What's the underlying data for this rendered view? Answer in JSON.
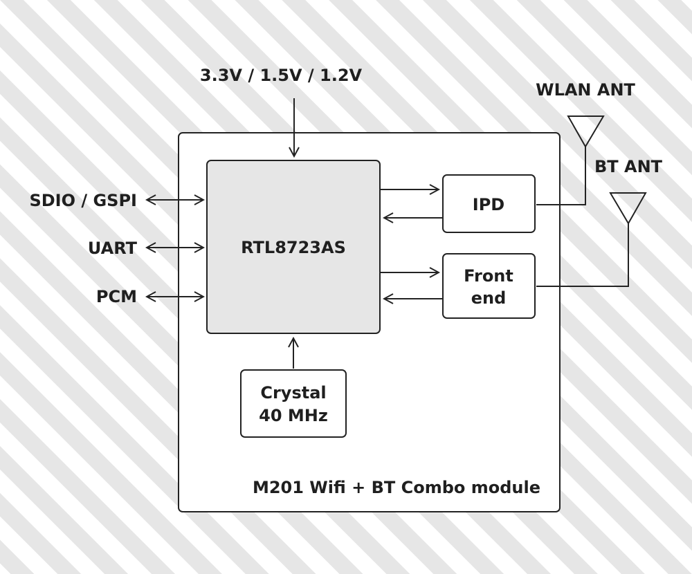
{
  "colors": {
    "background": "#ffffff",
    "stripe": "#e6e6e6",
    "line": "#222222",
    "chip_fill": "#e6e6e6",
    "text": "#1f1f1f"
  },
  "labels": {
    "power": "3.3V / 1.5V / 1.2V",
    "wlan_ant": "WLAN ANT",
    "bt_ant": "BT ANT",
    "sdio": "SDIO / GSPI",
    "uart": "UART",
    "pcm": "PCM",
    "chip": "RTL8723AS",
    "ipd": "IPD",
    "front_end_line1": "Front",
    "front_end_line2": "end",
    "crystal_line1": "Crystal",
    "crystal_line2": "40 MHz",
    "module_caption": "M201 Wifi + BT Combo module"
  },
  "icons": [
    "wlan-antenna-icon",
    "bt-antenna-icon"
  ]
}
